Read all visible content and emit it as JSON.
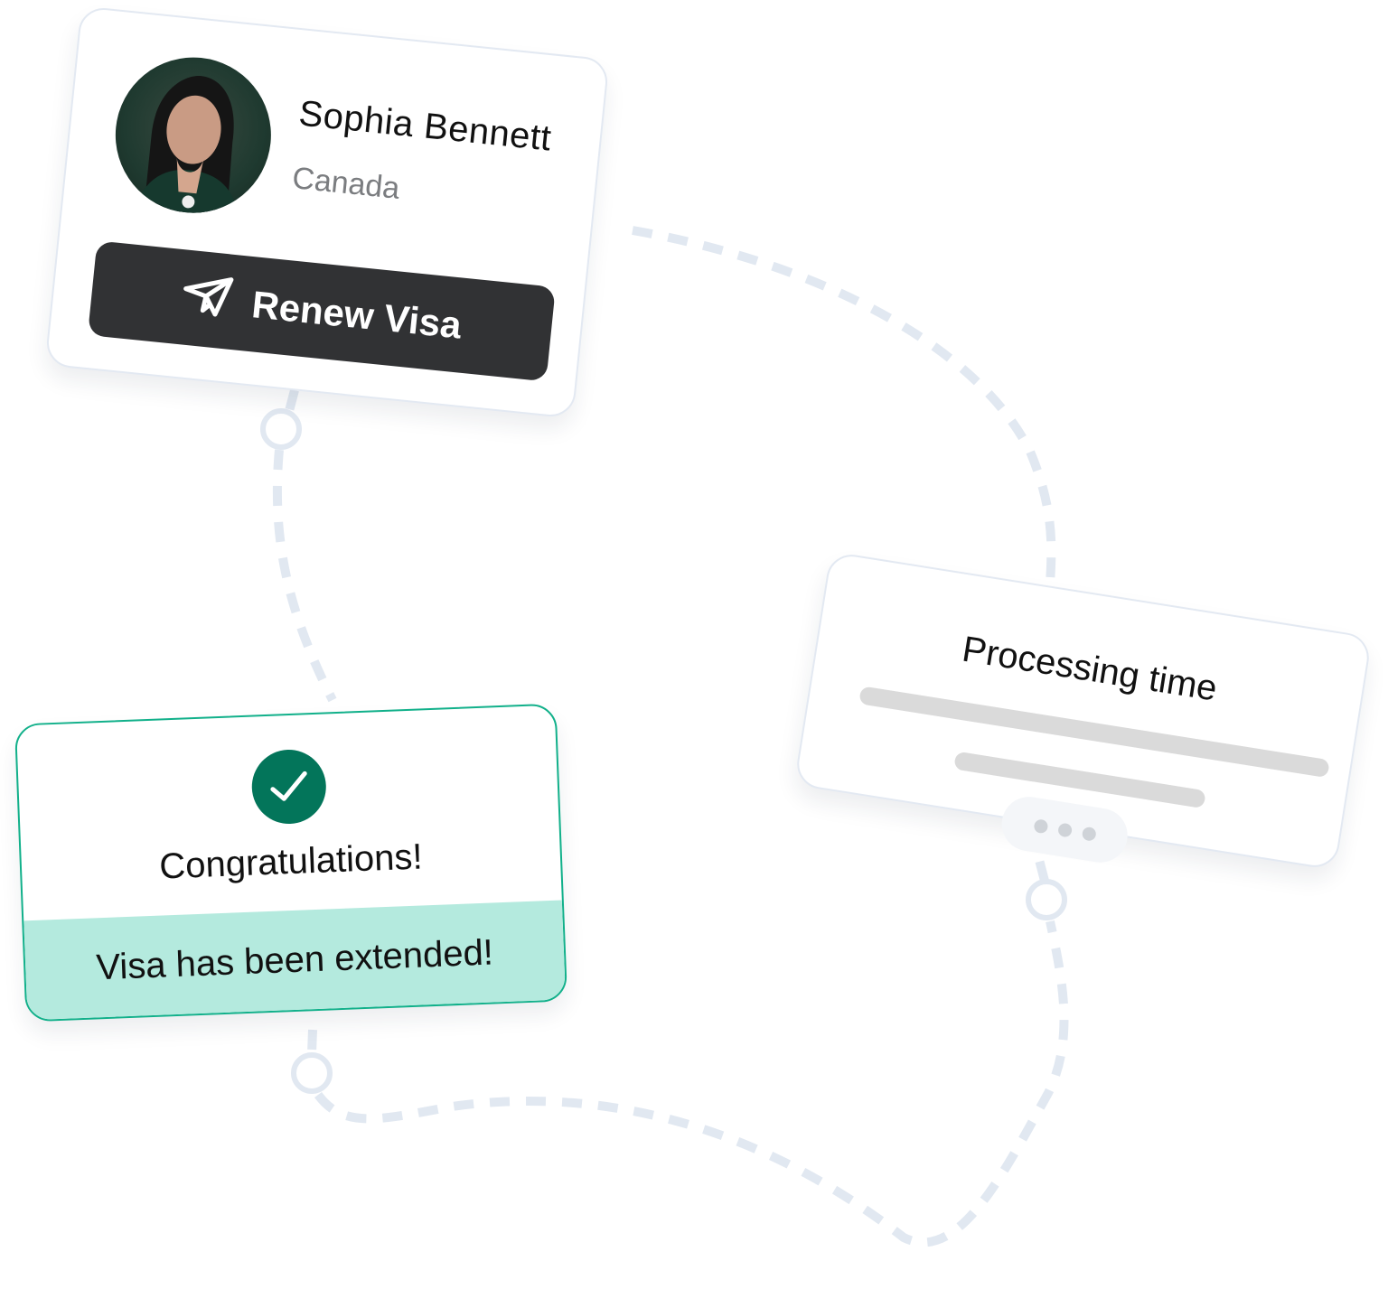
{
  "profile": {
    "name": "Sophia Bennett",
    "country": "Canada",
    "button_label": "Renew Visa",
    "button_icon": "paper-plane-icon"
  },
  "success": {
    "title": "Congratulations!",
    "message": "Visa has been extended!",
    "icon": "check-circle-icon"
  },
  "processing": {
    "title": "Processing time",
    "indicator_icon": "ellipsis-icon"
  },
  "colors": {
    "primary_dark": "#313234",
    "success_green": "#03755a",
    "success_border": "#11b08a",
    "success_band": "#b4eade",
    "dash": "#e1e8f1"
  }
}
